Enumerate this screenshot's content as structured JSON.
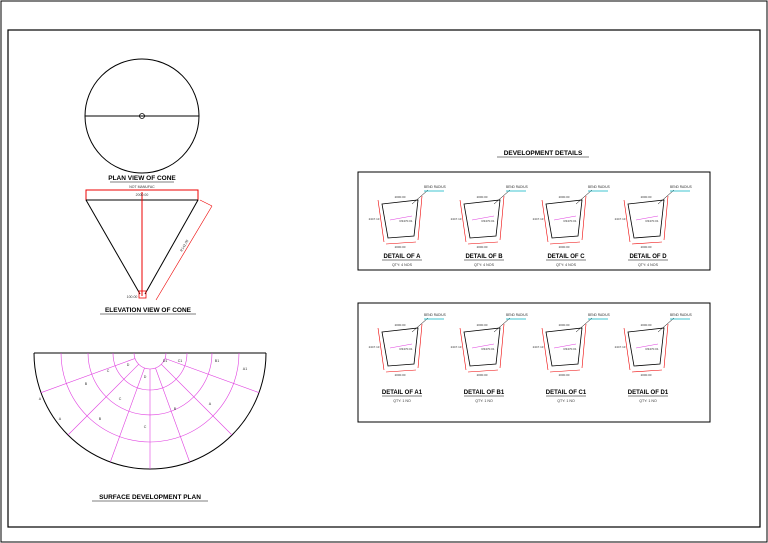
{
  "titles": {
    "plan_view": "PLAN VIEW OF CONE",
    "elevation_view": "ELEVATION VIEW OF CONE",
    "surface_plan": "SURFACE DEVELOPMENT PLAN",
    "development_details": "DEVELOPMENT DETAILS"
  },
  "elevation": {
    "top_dim": "2000.00",
    "slant_dim": "R142.00",
    "bottom_dim": "100.00"
  },
  "details_top": [
    {
      "title": "DETAIL OF A",
      "qty": "QTY: 4 NOS"
    },
    {
      "title": "DETAIL OF B",
      "qty": "QTY: 4 NOS"
    },
    {
      "title": "DETAIL OF C",
      "qty": "QTY: 4 NOS"
    },
    {
      "title": "DETAIL OF D",
      "qty": "QTY: 4 NOS"
    }
  ],
  "details_bottom": [
    {
      "title": "DETAIL OF A1",
      "qty": "QTY: 1 NO"
    },
    {
      "title": "DETAIL OF B1",
      "qty": "QTY: 1 NO"
    },
    {
      "title": "DETAIL OF C1",
      "qty": "QTY: 1 NO"
    },
    {
      "title": "DETAIL OF D1",
      "qty": "QTY: 1 NO"
    }
  ],
  "bend_label": "BEND RADIUS",
  "piece_dims": [
    "2000.00",
    "2000.00",
    "R3470.01",
    "2447.13"
  ],
  "surface_labels": [
    "A",
    "A",
    "B",
    "C",
    "D",
    "B",
    "C",
    "D",
    "C",
    "B",
    "A",
    "A1",
    "B1",
    "C1",
    "D1"
  ],
  "colors": {
    "frame": "#000000",
    "dim": "#e00000",
    "grid": "#e040e0",
    "note": "#00b0c0"
  }
}
